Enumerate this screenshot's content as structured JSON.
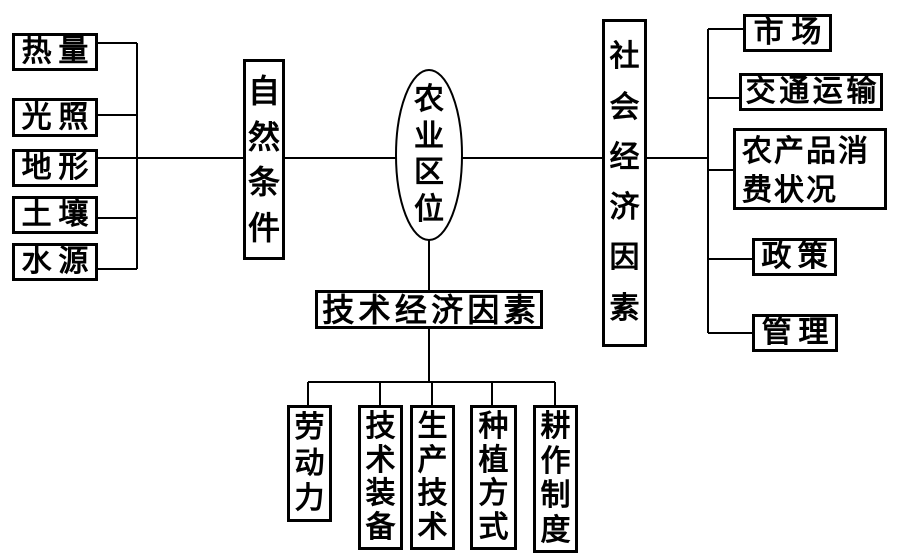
{
  "diagram": {
    "center_node": "农业区位",
    "natural_conditions": {
      "label": "自然条件",
      "items": [
        "热量",
        "光照",
        "地形",
        "土壤",
        "水源"
      ]
    },
    "social_economic": {
      "label": "社会经济因素",
      "items": [
        "市场",
        "交通运输",
        "农产品消费状况",
        "政策",
        "管理"
      ]
    },
    "technical_economic": {
      "label": "技术经济因素",
      "items": [
        "劳动力",
        "技术装备",
        "生产技术",
        "种植方式",
        "耕作制度"
      ]
    },
    "colors": {
      "line": "#000000",
      "background": "#ffffff",
      "text": "#000000"
    }
  }
}
